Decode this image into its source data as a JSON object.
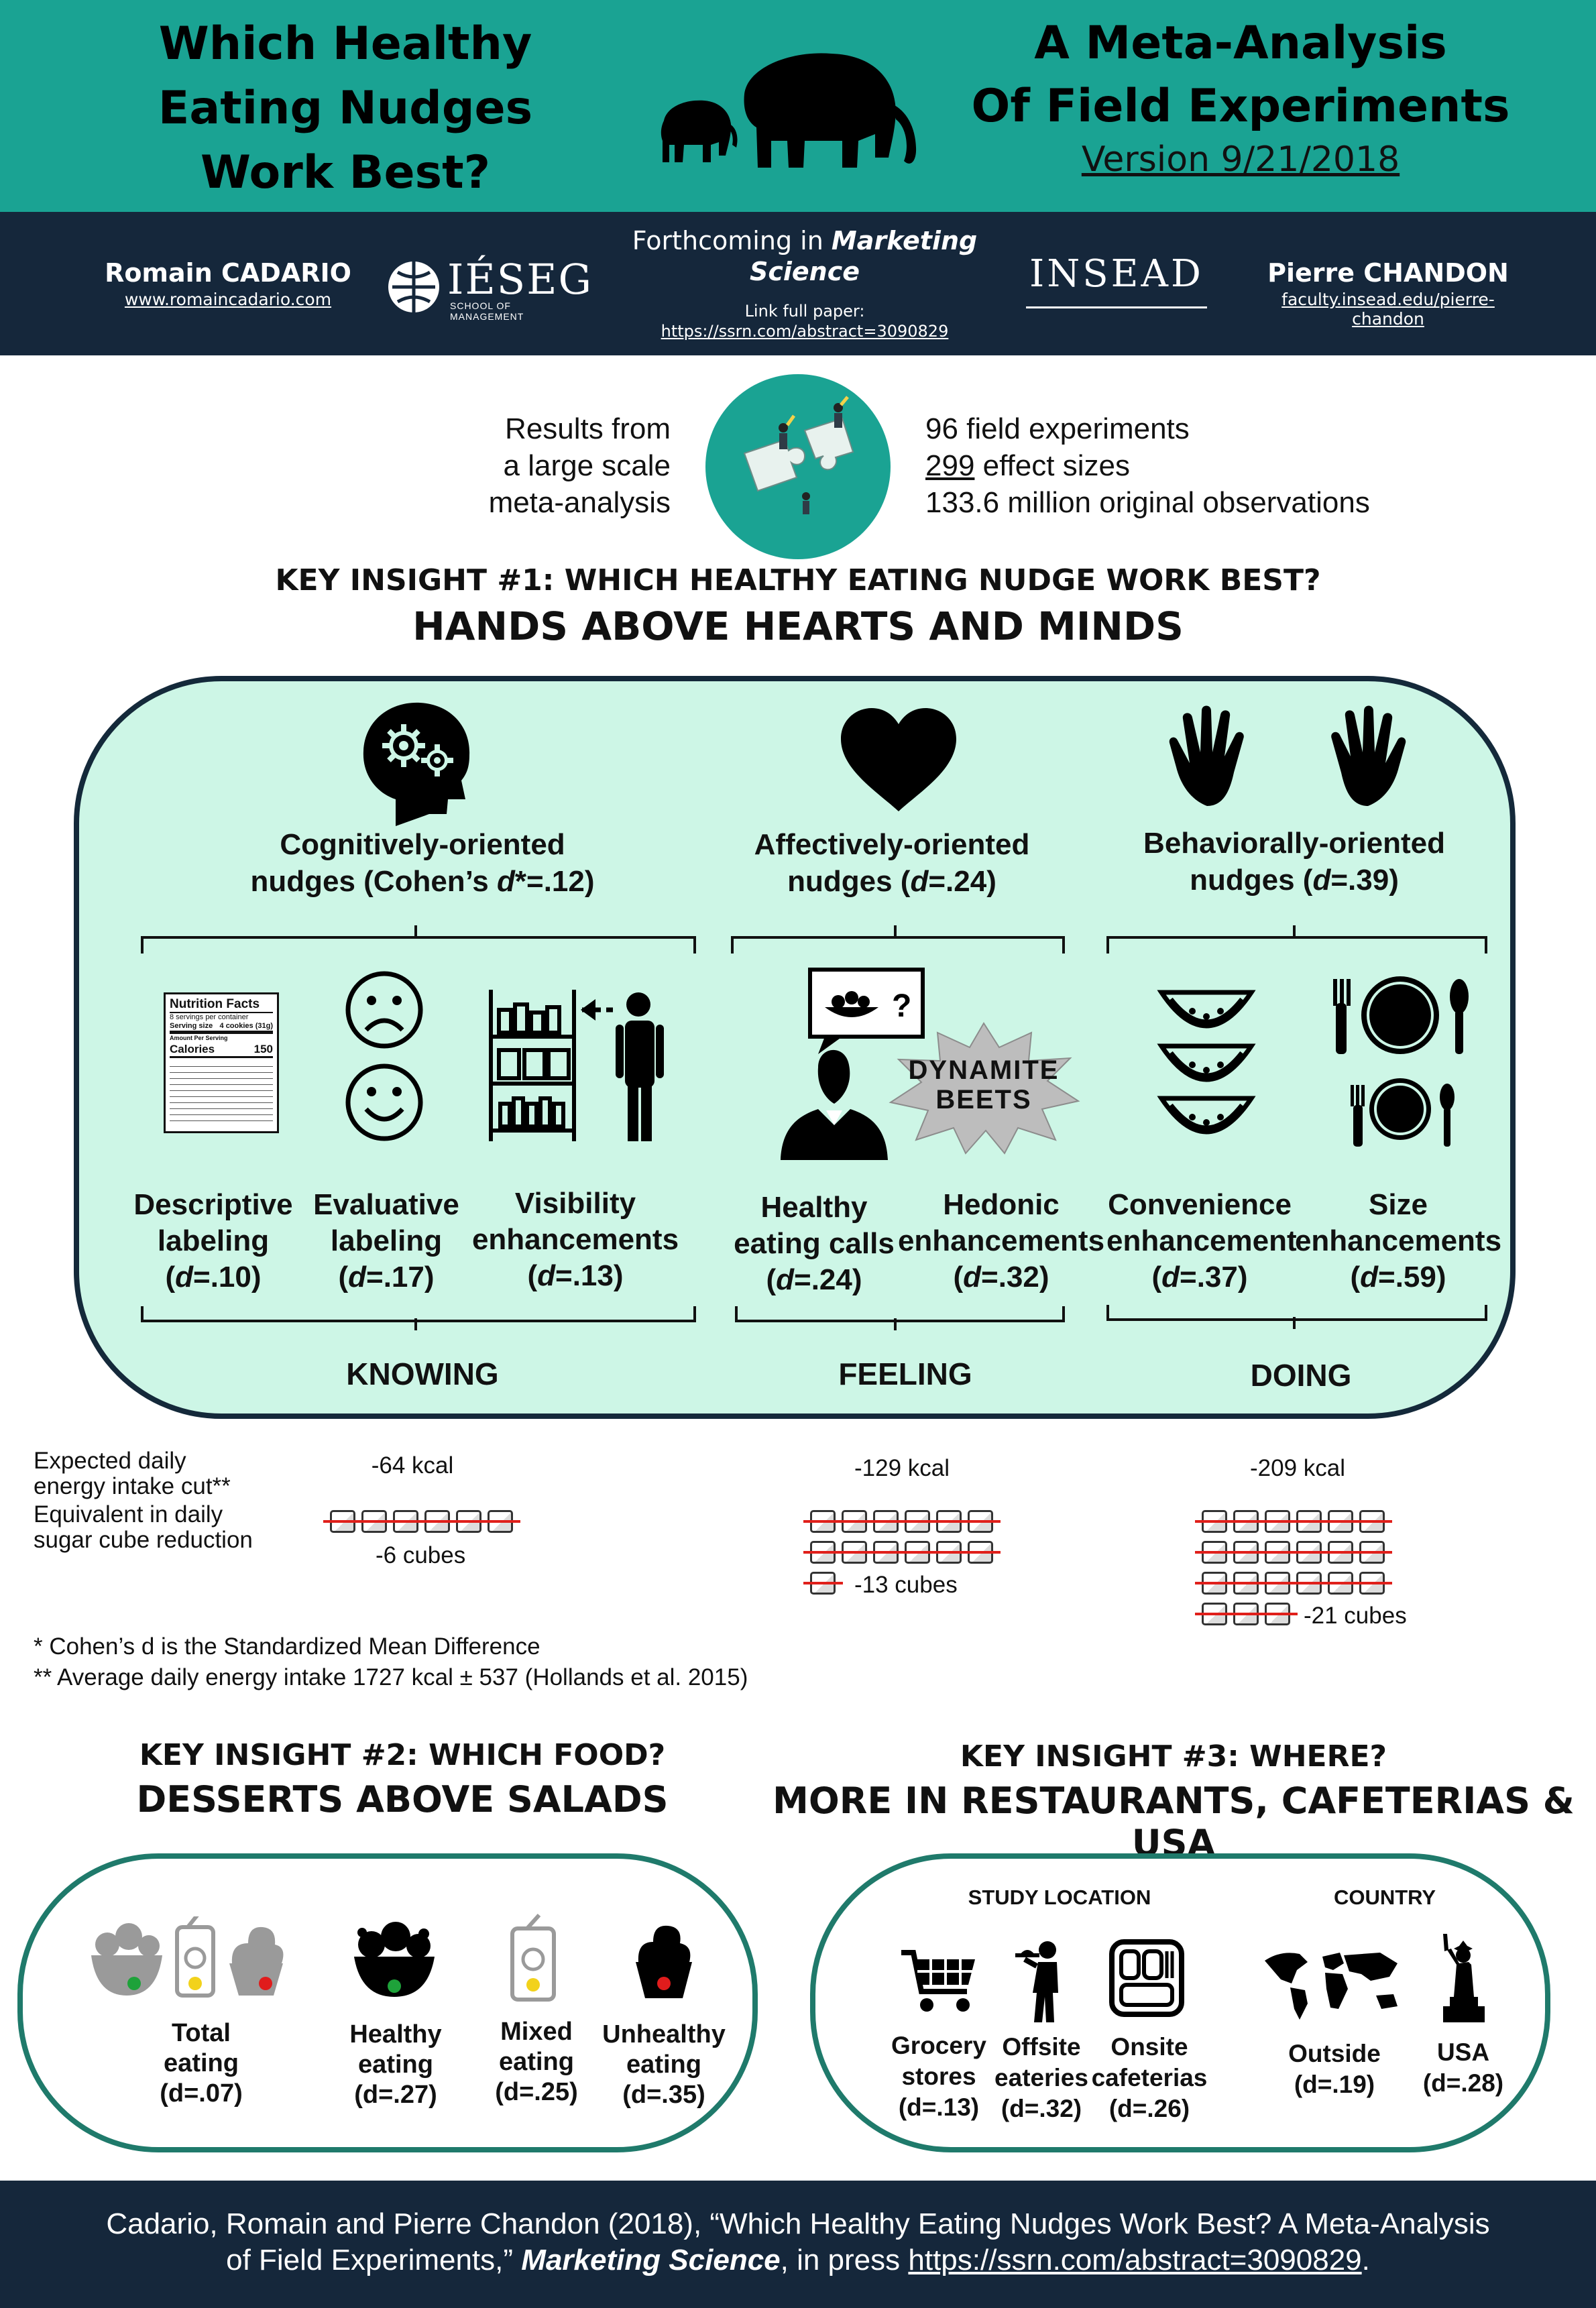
{
  "header": {
    "title_left": [
      "Which Healthy",
      "Eating Nudges",
      "Work Best?"
    ],
    "title_right": [
      "A Meta-Analysis",
      "Of Field Experiments"
    ],
    "version": "Version 9/21/2018",
    "bg_color": "#1aa393"
  },
  "authors_band": {
    "author1_name": "Romain CADARIO",
    "author1_url": "www.romaincadario.com",
    "ieseg_logo_text": "IÉSEG",
    "ieseg_logo_sub": "SCHOOL OF MANAGEMENT",
    "forthcoming_prefix": "Forthcoming in",
    "forthcoming_journal_1": "Marketing",
    "forthcoming_journal_2": "Science",
    "link_label": "Link full paper:",
    "link_url": "https://ssrn.com/abstract=3090829",
    "insead_logo_text": "INSEAD",
    "author2_name": "Pierre CHANDON",
    "author2_url": "faculty.insead.edu/pierre-chandon",
    "bg_color": "#15273b"
  },
  "summary": {
    "left": [
      "Results from",
      "a large scale",
      "meta-analysis"
    ],
    "right_1": "96 field experiments",
    "right_2_num": "299",
    "right_2_rest": " effect sizes",
    "right_3": "133.6 million original observations"
  },
  "insight1": {
    "kicker": "KEY INSIGHT #1: WHICH HEALTHY EATING NUDGE WORK BEST?",
    "headline": "HANDS ABOVE HEARTS AND MINDS",
    "groups": {
      "cog_1": "Cognitively-oriented",
      "cog_2": "nudges (Cohen’s ",
      "cog_d": "d",
      "cog_3": "*=.12)",
      "aff_1": "Affectively-oriented",
      "aff_2": "nudges (",
      "aff_d": "d",
      "aff_3": "=.24)",
      "beh_1": "Behaviorally-oriented",
      "beh_2": "nudges (",
      "beh_d": "d",
      "beh_3": "=.39)"
    },
    "nutrition_label": {
      "title": "Nutrition Facts",
      "servings": "8 servings per container",
      "serving_size": "Serving size",
      "serving_value": "4 cookies (31g)",
      "amount": "Amount Per Serving",
      "calories": "Calories",
      "calories_value": "150"
    },
    "dynamite_1": "DYNAMITE",
    "dynamite_2": "BEETS",
    "nudges": [
      {
        "l1": "Descriptive",
        "l2": "labeling",
        "pre": "(",
        "d": "d",
        "val": "=.10)"
      },
      {
        "l1": "Evaluative",
        "l2": "labeling",
        "pre": "(",
        "d": "d",
        "val": "=.17)"
      },
      {
        "l1": "Visibility",
        "l2": "enhancements",
        "pre": "(",
        "d": "d",
        "val": "=.13)"
      },
      {
        "l1": "Healthy",
        "l2": "eating calls",
        "pre": "(",
        "d": "d",
        "val": "=.24)"
      },
      {
        "l1": "Hedonic",
        "l2": "enhancements",
        "pre": "(",
        "d": "d",
        "val": "=.32)"
      },
      {
        "l1": "Convenience",
        "l2": "enhancement",
        "pre": "(",
        "d": "d",
        "val": "=.37)"
      },
      {
        "l1": "Size",
        "l2": "enhancements",
        "pre": "(",
        "d": "d",
        "val": "=.59)"
      }
    ],
    "sections": [
      "KNOWING",
      "FEELING",
      "DOING"
    ]
  },
  "energy": {
    "label_1": "Expected daily",
    "label_2": "energy intake cut**",
    "label_3": "Equivalent in daily",
    "label_4": "sugar cube reduction",
    "kcal": [
      "-64 kcal",
      "-129 kcal",
      "-209 kcal"
    ],
    "cubes": [
      "-6 cubes",
      "-13 cubes",
      "-21 cubes"
    ],
    "cube_counts": [
      6,
      13,
      21
    ],
    "strike_color": "#e0201b"
  },
  "footnotes": {
    "f1": "* Cohen’s d is the Standardized Mean Difference",
    "f2": "** Average daily energy intake 1727 kcal ± 537 (Hollands et al. 2015)"
  },
  "insight2": {
    "kicker": "KEY INSIGHT #2: WHICH FOOD?",
    "headline": "DESSERTS ABOVE SALADS",
    "items": [
      {
        "l1": "Total",
        "l2": "eating",
        "val": "(d=.07)"
      },
      {
        "l1": "Healthy",
        "l2": "eating",
        "val": "(d=.27)"
      },
      {
        "l1": "Mixed",
        "l2": "eating",
        "val": "(d=.25)"
      },
      {
        "l1": "Unhealthy",
        "l2": "eating",
        "val": "(d=.35)"
      }
    ]
  },
  "insight3": {
    "kicker": "KEY INSIGHT #3: WHERE?",
    "headline": "MORE IN RESTAURANTS, CAFETERIAS & USA",
    "study_location": "STUDY LOCATION",
    "country": "COUNTRY",
    "items": [
      {
        "l1": "Grocery",
        "l2": "stores",
        "val": "(d=.13)"
      },
      {
        "l1": "Offsite",
        "l2": "eateries",
        "val": "(d=.32)"
      },
      {
        "l1": "Onsite",
        "l2": "cafeterias",
        "val": "(d=.26)"
      },
      {
        "l1": "Outside",
        "l2": "",
        "val": "(d=.19)"
      },
      {
        "l1": "USA",
        "l2": "",
        "val": "(d=.28)"
      }
    ]
  },
  "footer": {
    "line1": "Cadario, Romain and Pierre Chandon (2018), “Which Healthy Eating Nudges Work Best? A Meta-Analysis",
    "line2_a": "of Field Experiments,” ",
    "line2_journal": "Marketing Science",
    "line2_b": ", in press ",
    "line2_url": "https://ssrn.com/abstract=3090829",
    "line2_end": "."
  }
}
